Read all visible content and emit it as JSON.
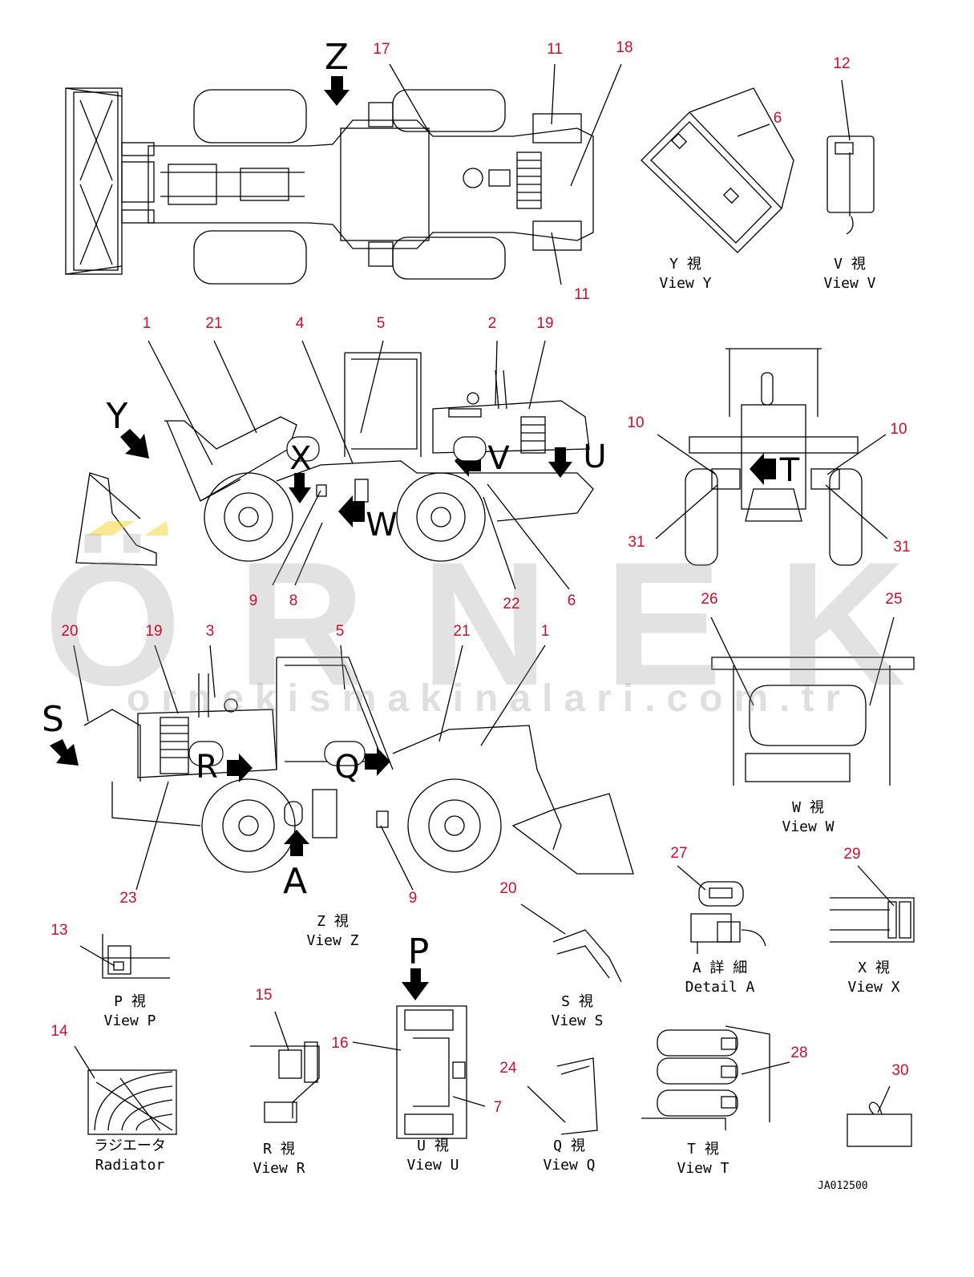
{
  "drawing": {
    "code": "JA012500",
    "watermark": "ÖRNEK",
    "watermark_url": "ornekismakinalari.com.tr"
  },
  "views": {
    "y": "Y 視\nView Y",
    "v": "V 視\nView V",
    "w": "W 視\nView W",
    "z": "Z 視\nView Z",
    "a": "A 詳 細\nDetail A",
    "x": "X 視\nView X",
    "p": "P 視\nView P",
    "s": "S 視\nView S",
    "r": "R 視\nView R",
    "u": "U 視\nView U",
    "q": "Q 視\nView Q",
    "t": "T 視\nView T",
    "radiator": "ラジエータ\nRadiator"
  },
  "letters": {
    "z": "Z",
    "y": "Y",
    "x": "X",
    "v": "V",
    "u": "U",
    "w": "W",
    "t": "T",
    "s": "S",
    "r": "R",
    "q": "Q",
    "a": "A",
    "p": "P"
  },
  "callouts": {
    "c17": "17",
    "c11a": "11",
    "c18": "18",
    "c11b": "11",
    "c12": "12",
    "c6a": "6",
    "c1a": "1",
    "c21a": "21",
    "c4": "4",
    "c5a": "5",
    "c2": "2",
    "c19a": "19",
    "c10a": "10",
    "c10b": "10",
    "c31a": "31",
    "c31b": "31",
    "c9a": "9",
    "c8": "8",
    "c22": "22",
    "c6b": "6",
    "c20a": "20",
    "c19b": "19",
    "c3": "3",
    "c5b": "5",
    "c21b": "21",
    "c1b": "1",
    "c26": "26",
    "c25": "25",
    "c23": "23",
    "c9b": "9",
    "c20b": "20",
    "c27": "27",
    "c29": "29",
    "c13": "13",
    "c15": "15",
    "c16": "16",
    "c14": "14",
    "c24": "24",
    "c28": "28",
    "c30": "30",
    "c7": "7"
  }
}
